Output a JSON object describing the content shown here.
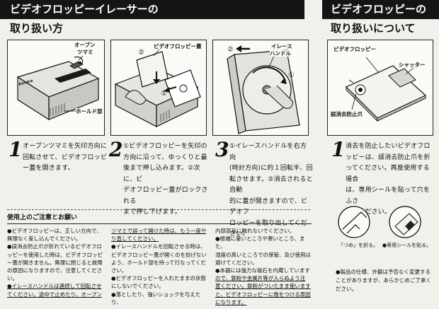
{
  "header_left": {
    "line1": "ビデオフロッピーイレーサーの",
    "line2": "取り扱い方"
  },
  "header_right": {
    "line1": "ビデオフロッピーの",
    "line2": "取り扱いについて"
  },
  "panel1": {
    "brand": "Konica",
    "callout_open": "オープン",
    "callout_knob": "ツマミ",
    "callout_hold": "ホールド部"
  },
  "panel2": {
    "marker_a": "②",
    "label_disk": "ビデオフロッピー蓋",
    "marker_b": "①"
  },
  "panel3": {
    "marker_a": "②",
    "label_handle_1": "イレース",
    "label_handle_2": "ハンドル",
    "marker_b": "①"
  },
  "panel4": {
    "label_floppy": "ビデオフロッピー",
    "label_shutter": "シャッター",
    "label_tab": "誤消去防止爪"
  },
  "steps": [
    {
      "num": "1",
      "lines": [
        "オープンツマミを矢印方向に",
        "回転させて、ビデオフロッピ",
        "ー蓋を開きます。"
      ]
    },
    {
      "num": "2",
      "lines": [
        "①ビデオフロッピーを矢印の",
        "方向に沿って、ゆっくりと最",
        "後まで押し込みます。②次に、ビ",
        "デオフロッピー蓋がロックされる",
        "まで押し下げます。"
      ]
    },
    {
      "num": "3",
      "lines": [
        "①イレースハンドルを右方向",
        "(時計方向)に約１回転半、回",
        "転させます。②消去されると自動",
        "的に蓋が開きますので、ビデオフ",
        "ロッピーを取り出してください。"
      ]
    },
    {
      "num": "1",
      "lines": [
        "消去を防止したいビデオフロ",
        "ッピーは、誤消去防止爪を折",
        "ってください。再度使用する場合",
        "は、専用シールを貼って穴をふさ",
        "いでください。"
      ]
    }
  ],
  "notes": {
    "title": "使用上のご注意とお願い",
    "col1": [
      "●ビデオフロッピーは、正しい方向で、",
      "無理なく差し込んでください。",
      "●誤消去防止爪が折れているビデオフロ",
      "ッピーを使用した時は、ビデオフロッピ",
      "ー蓋が開きません。無理に閉じると故障",
      "の原因になりますので、注意してくださ",
      "い。",
      "●イレースハンドルは連続して回転させ",
      "てください。途中で止めたり、オープン"
    ],
    "col2": [
      "ツマミで誤って開けた時は、もう一度や",
      "り直してください。",
      "●イレースハンドルを回転させる時は、",
      "ビデオフロッピー蓋が開くのを妨げない",
      "よう、ホールド部を持って行なってくだ",
      "さい。",
      "●ビデオフロッピーを入れたままの状態",
      "にしないでください。",
      "●落としたり、強いショックを与えたり、"
    ],
    "col3": [
      "内部部品に触れないでください。",
      "●極端に暑いところや寒いところ、また、",
      "湿度の高いところでの保管、及び使用は",
      "避けてください。",
      "●本器には強力な磁石を内蔵しています",
      "ので、鉄粉や金属片等が入らぬよう注",
      "意ください。鉄粉がついたまま使います",
      "と、ビデオフロッピーに傷をつける原因",
      "になります。"
    ]
  },
  "thumbs": {
    "cap1": "「つめ」を折る。",
    "cap2": "●専用シールを貼る。"
  },
  "tail": [
    "●製品の仕様、外観は予告なく変更する",
    "ことがありますが、あらかじめご了承く",
    "ださい。"
  ]
}
